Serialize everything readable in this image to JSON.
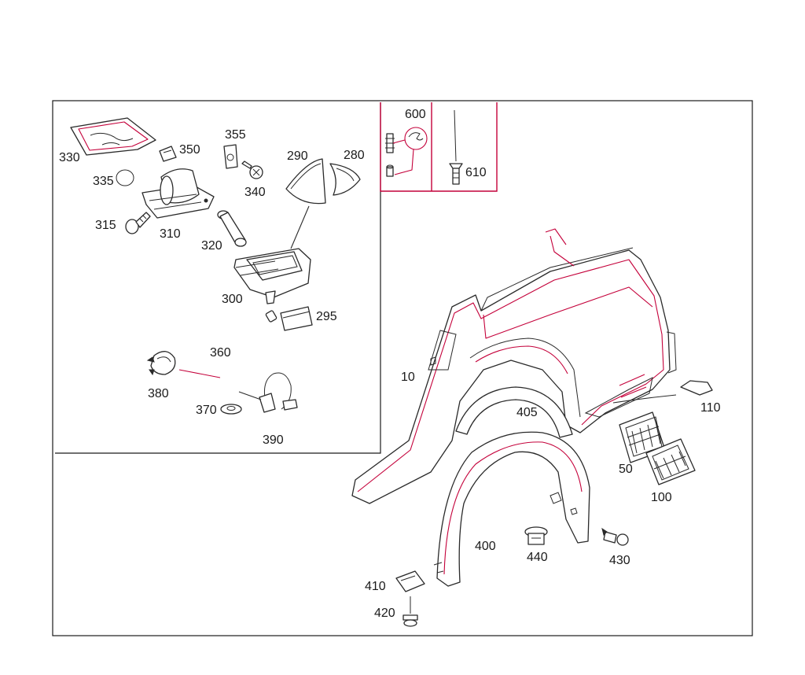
{
  "colors": {
    "frame": "#1a1a1a",
    "accent": "#c4003a",
    "line": "#2a2a2a",
    "background": "#ffffff"
  },
  "callouts": {
    "p10": "10",
    "p50": "50",
    "p100": "100",
    "p110": "110",
    "p280": "280",
    "p290": "290",
    "p295": "295",
    "p300": "300",
    "p310": "310",
    "p315": "315",
    "p320": "320",
    "p330": "330",
    "p335": "335",
    "p340": "340",
    "p350": "350",
    "p355": "355",
    "p360": "360",
    "p370": "370",
    "p380": "380",
    "p390": "390",
    "p400": "400",
    "p405": "405",
    "p410": "410",
    "p420": "420",
    "p430": "430",
    "p440": "440",
    "p600": "600",
    "p610": "610"
  }
}
